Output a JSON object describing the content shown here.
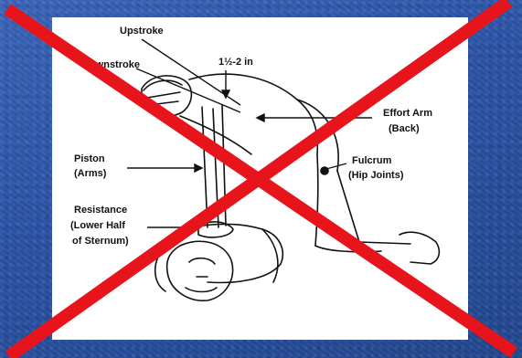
{
  "labels": {
    "upstroke": "Upstroke",
    "downstroke": "Downstroke",
    "distance": "1½-2 in",
    "effort_arm_line1": "Effort Arm",
    "effort_arm_line2": "(Back)",
    "piston_line1": "Piston",
    "piston_line2": "(Arms)",
    "fulcrum_line1": "Fulcrum",
    "fulcrum_line2": "(Hip Joints)",
    "resistance_line1": "Resistance",
    "resistance_line2": "(Lower Half",
    "resistance_line3": "of Sternum)"
  },
  "colors": {
    "background": "#2a52a6",
    "cross": "#e8141c",
    "ink": "#111111",
    "panel": "#ffffff"
  }
}
